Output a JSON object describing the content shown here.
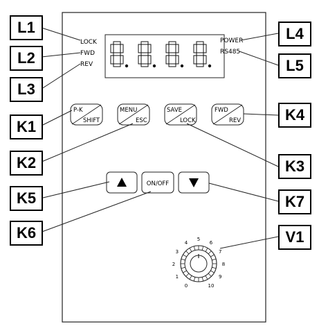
{
  "callouts": {
    "L1": "L1",
    "L2": "L2",
    "L3": "L3",
    "L4": "L4",
    "L5": "L5",
    "K1": "K1",
    "K2": "K2",
    "K3": "K3",
    "K4": "K4",
    "K5": "K5",
    "K6": "K6",
    "K7": "K7",
    "V1": "V1"
  },
  "indicators": {
    "lock": "LOCK",
    "fwd": "FWD",
    "rev": "REV",
    "power": "POWER",
    "rs485": "RS485"
  },
  "keys": {
    "k1": {
      "top": "P-K",
      "bottom": "SHIFT"
    },
    "k2": {
      "top": "MENU",
      "bottom": "ESC"
    },
    "k3": {
      "top": "SAVE",
      "bottom": "LOCK"
    },
    "k4": {
      "top": "FWD",
      "bottom": "REV"
    },
    "k6": "ON/OFF"
  },
  "knob_scale": [
    "0",
    "1",
    "2",
    "3",
    "4",
    "5",
    "6",
    "7",
    "8",
    "9",
    "10"
  ],
  "display": {
    "digits": [
      "8.",
      "8.",
      "8.",
      "8."
    ]
  },
  "icons": {
    "k5": "up-triangle-icon",
    "k7": "down-triangle-icon"
  }
}
